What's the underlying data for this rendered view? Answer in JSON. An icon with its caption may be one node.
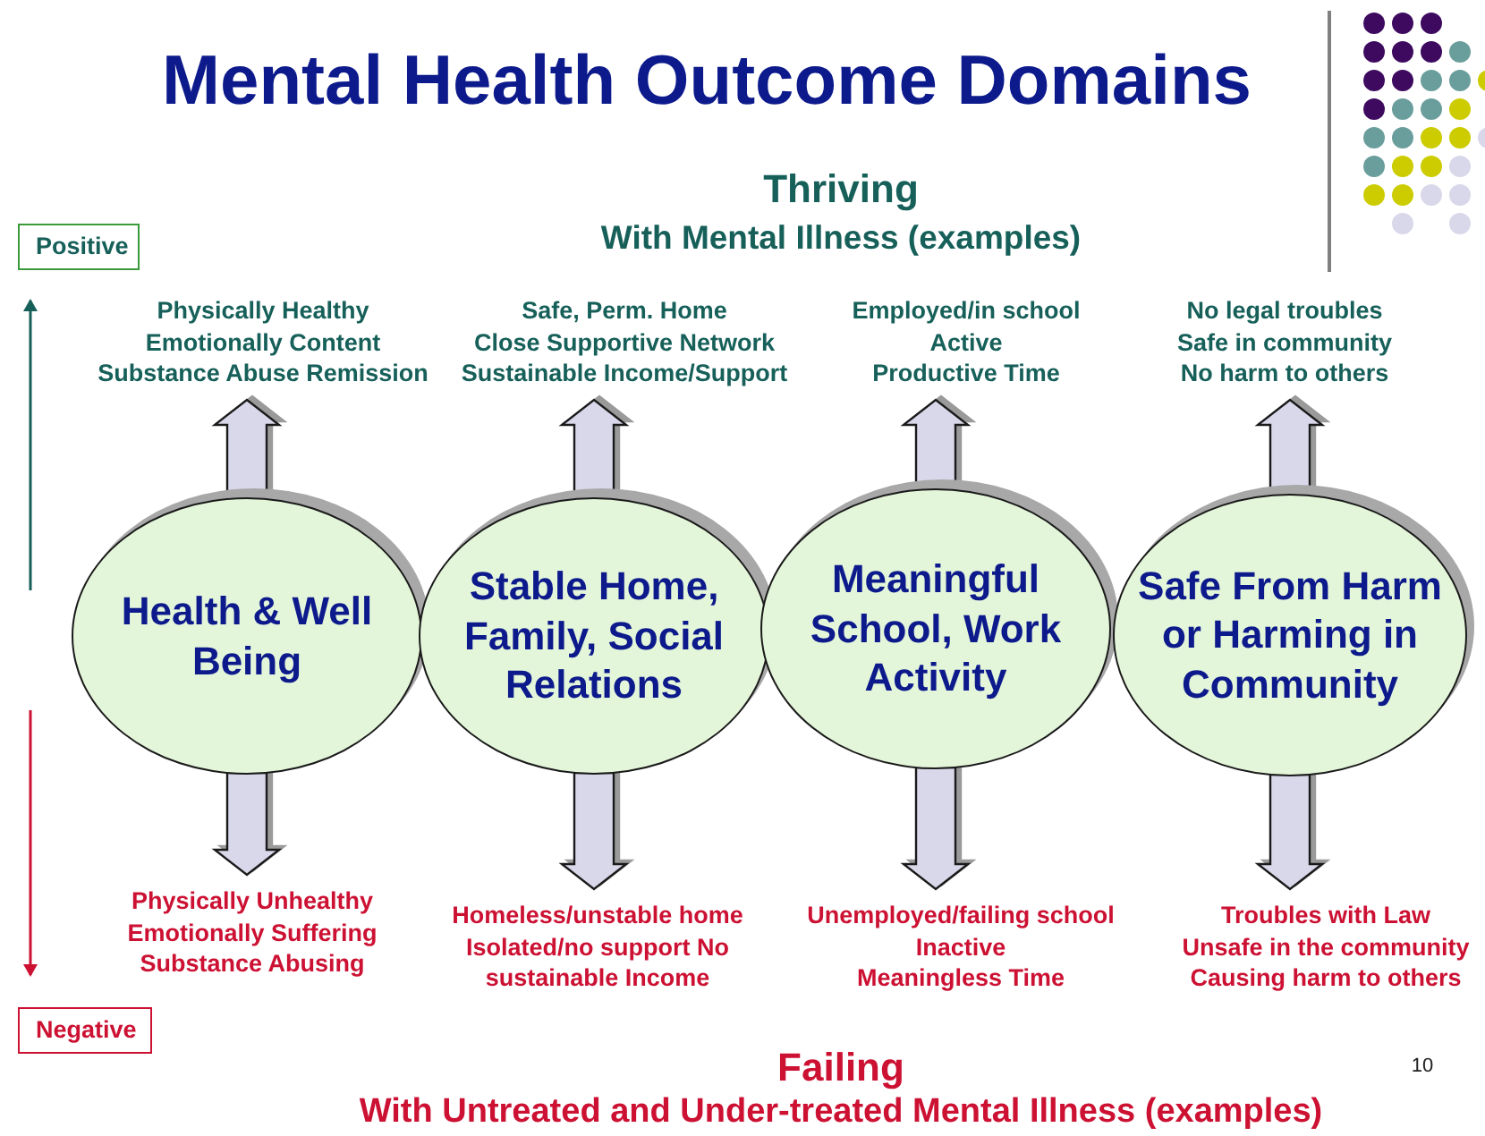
{
  "diagram": {
    "title": "Mental Health Outcome Domains",
    "nodes": [
      {
        "text": [
          "Health & Well Being"
        ]
      },
      {
        "text": [
          "Stable Home, Family, Social Relations"
        ]
      },
      {
        "text": [
          "Meaningful School, Work Activity"
        ]
      },
      {
        "text": [
          "Safe From Harm or Harming in Community"
        ]
      },
      {
        "text": [
          "Physically Healthy",
          "Emotionally Content",
          "Substance Abuse Remission"
        ]
      },
      {
        "text": [
          "Safe, Perm. Home",
          "Close Supportive Network",
          "Sustainable Income/Support"
        ]
      },
      {
        "text": [
          "Employed/in school",
          "Active",
          "Productive Time"
        ]
      },
      {
        "text": [
          "No legal troubles",
          "Safe in community",
          "No harm to others"
        ]
      },
      {
        "text": [
          "Physically Unhealthy",
          "Emotionally Suffering",
          "Substance Abusing"
        ]
      },
      {
        "text": [
          "Homeless/unstable home",
          "Isolated/no support No sustainable Income"
        ]
      },
      {
        "text": [
          "Unemployed/failing school",
          "Inactive",
          "Meaningless Time"
        ]
      },
      {
        "text": [
          "Troubles with Law",
          "Unsafe in the community",
          "Causing harm to others"
        ]
      },
      {
        "text": [
          "Positive"
        ]
      },
      {
        "text": [
          "Negative"
        ]
      }
    ],
    "edges": [
      {
        "from": 0,
        "to": 4,
        "arrow": "to"
      },
      {
        "from": 1,
        "to": 5,
        "arrow": "to"
      },
      {
        "from": 2,
        "to": 6,
        "arrow": "to"
      },
      {
        "from": 3,
        "to": 7,
        "arrow": "to"
      },
      {
        "from": 0,
        "to": 8,
        "arrow": "to"
      },
      {
        "from": 1,
        "to": 9,
        "arrow": "to"
      },
      {
        "from": 2,
        "to": 10,
        "arrow": "to"
      },
      {
        "from": 3,
        "to": 11,
        "arrow": "to"
      }
    ],
    "labels": [
      "Thriving",
      "With Mental Illness (examples)",
      "Failing",
      "With Untreated and Under-treated Mental Illness (examples)",
      "10"
    ]
  }
}
